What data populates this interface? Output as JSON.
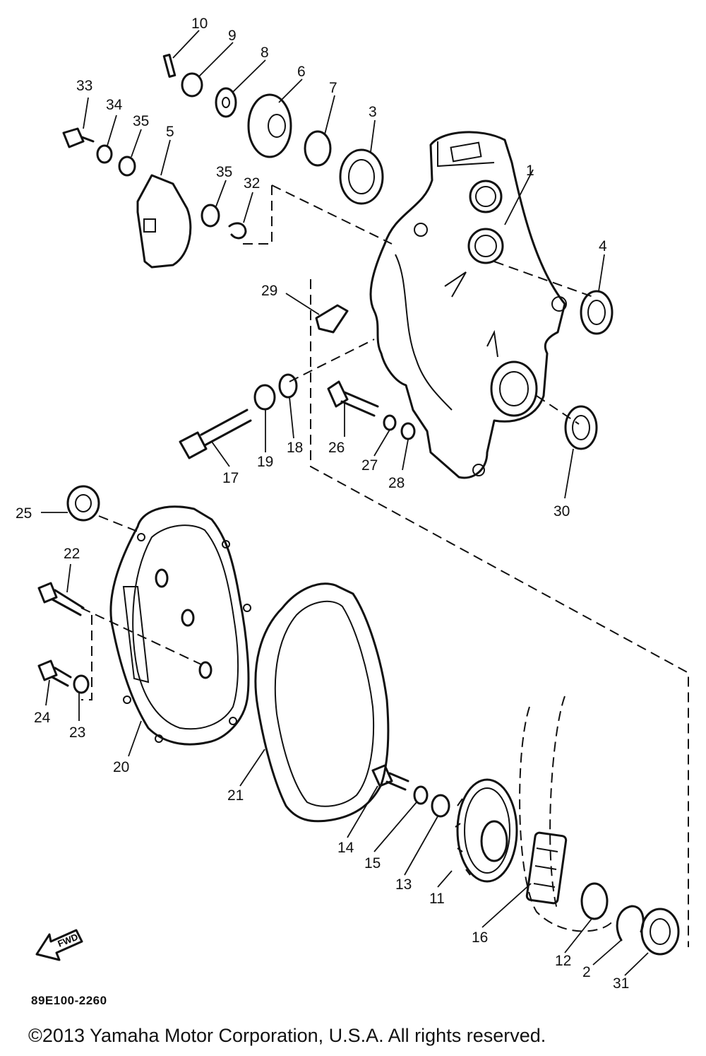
{
  "callouts": [
    "1",
    "2",
    "3",
    "4",
    "5",
    "6",
    "7",
    "8",
    "9",
    "10",
    "11",
    "12",
    "13",
    "14",
    "15",
    "16",
    "17",
    "18",
    "19",
    "20",
    "21",
    "22",
    "23",
    "24",
    "25",
    "26",
    "27",
    "28",
    "29",
    "30",
    "31",
    "32",
    "33",
    "34",
    "35",
    "35"
  ],
  "fwd_label": "FWD",
  "drawing_code": "89E100-2260",
  "copyright": "©2013 Yamaha Motor Corporation, U.S.A. All rights reserved."
}
